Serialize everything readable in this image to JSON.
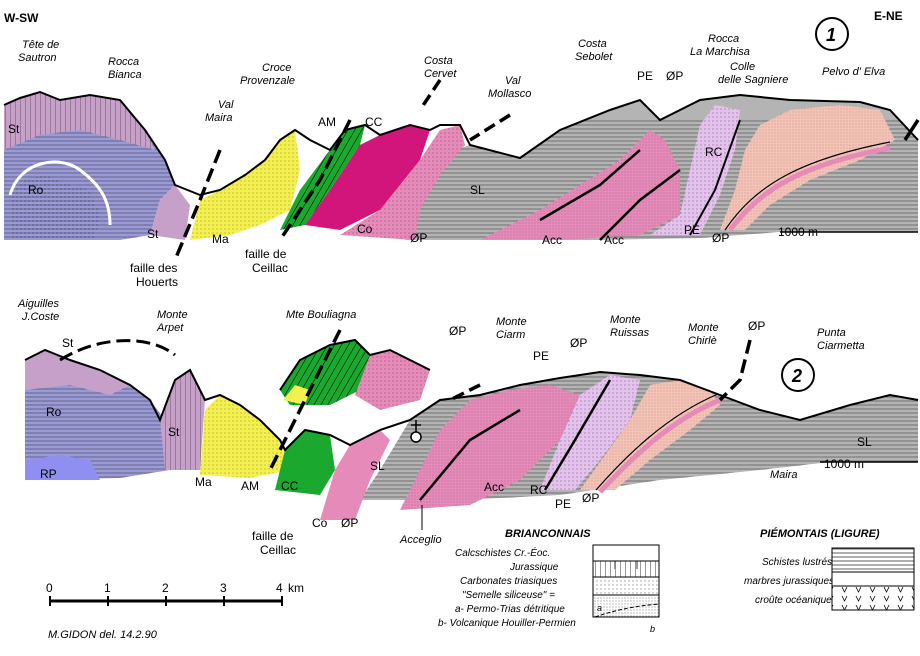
{
  "orientation": {
    "left": "W-SW",
    "right": "E-NE"
  },
  "sections": [
    {
      "number": "1",
      "places": {
        "tete_de_sautron": [
          "Tête de",
          "Sautron"
        ],
        "rocca_bianca": [
          "Rocca",
          "Bianca"
        ],
        "val_maira": [
          "Val",
          "Maira"
        ],
        "croce_provenzale": [
          "Croce",
          "Provenzale"
        ],
        "costa_cervet": [
          "Costa",
          "Cervet"
        ],
        "val_mollasco": [
          "Val",
          "Mollasco"
        ],
        "costa_sebolet": [
          "Costa",
          "Sebolet"
        ],
        "rocca_la_marchisa": [
          "Rocca",
          "La Marchisa"
        ],
        "colle_delle_sagniere": [
          "Colle",
          "delle Sagniere"
        ],
        "pelvo_d_elva": "Pelvo  d' Elva"
      },
      "units": {
        "st_top": "St",
        "ro": "Ro",
        "st_bottom": "St",
        "ma": "Ma",
        "am": "AM",
        "cc": "CC",
        "co": "Co",
        "op_bottom": "ØP",
        "sl": "SL",
        "pe_top": "PE",
        "op_top": "ØP",
        "rc": "RC",
        "acc_1": "Acc",
        "acc_2": "Acc",
        "pe_bottom": "PE",
        "op_right": "ØP"
      },
      "faults": {
        "houerts": [
          "faille des",
          "Houerts"
        ],
        "ceillac": [
          "faille de",
          "Ceillac"
        ]
      },
      "scale_height": "1000 m"
    },
    {
      "number": "2",
      "places": {
        "aiguilles": [
          "Aiguilles",
          "J.Coste"
        ],
        "monte_arpet": [
          "Monte",
          "Arpet"
        ],
        "mte_bouliagna": "Mte Bouliagna",
        "monte_ciarm": [
          "Monte",
          "Ciarm"
        ],
        "monte_ruissas": [
          "Monte",
          "Ruissas"
        ],
        "monte_chirle": [
          "Monte",
          "Chirlè"
        ],
        "punta_ciarmetta": [
          "Punta",
          "Ciarmetta"
        ]
      },
      "units": {
        "st_top": "St",
        "ro": "Ro",
        "rp": "RP",
        "st_mid": "St",
        "ma": "Ma",
        "am": "AM",
        "cc": "CC",
        "co": "Co",
        "op_bottom": "ØP",
        "sl_left": "SL",
        "op_top": "ØP",
        "pe_mid": "PE",
        "op_mid": "ØP",
        "op_right": "ØP",
        "acc": "Acc",
        "rc": "RC",
        "pe_bottom": "PE",
        "op_last": "ØP",
        "sl_right": "SL"
      },
      "faults": {
        "ceillac": [
          "faille de",
          "Ceillac"
        ]
      },
      "village": "Acceglio",
      "river": "Maira",
      "scale_height": "1000 m"
    }
  ],
  "legend": {
    "briançonnais": {
      "title": "BRIANCONNAIS",
      "items": [
        "Calcschistes Cr.-Éoc.",
        "Jurassique",
        "Carbonates triasiques",
        "\"Semelle siliceuse\" =",
        "a- Permo-Trias détritique",
        "b- Volcanique Houiller-Permien"
      ],
      "swatch_a": "a",
      "swatch_b": "b"
    },
    "piemontais": {
      "title": "PIÉMONTAIS  (LIGURE)",
      "items": [
        "Schistes lustrés",
        "marbres jurassiques",
        "croûte océanique"
      ]
    }
  },
  "scale_bar": {
    "ticks": [
      "0",
      "1",
      "2",
      "3",
      "4"
    ],
    "unit": "km"
  },
  "credit": "M.GIDON   del.  14.2.90",
  "colors": {
    "violet": "#9a9ad6",
    "purple": "#c7a0c9",
    "yellow": "#f3f04f",
    "green": "#1aa82e",
    "magenta": "#d1157a",
    "pink": "#e58ab9",
    "light_pink": "#f3c8da",
    "grey": "#b4b4b4",
    "lavender": "#e5c2ee",
    "salmon": "#f5c3b6",
    "blue_rp": "#8f8ff2"
  }
}
